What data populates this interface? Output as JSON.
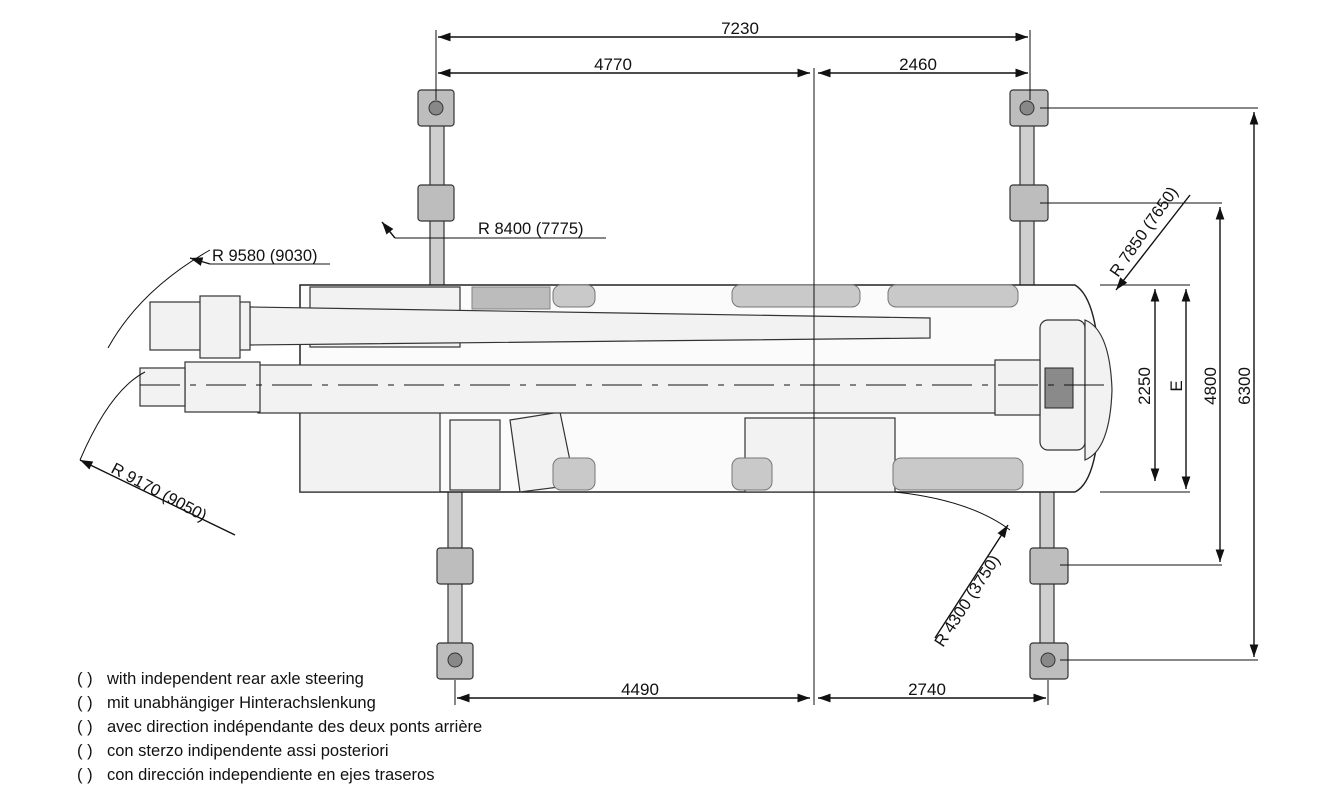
{
  "dimensions": {
    "top_total": "7230",
    "top_left": "4770",
    "top_right": "2460",
    "bottom_left": "4490",
    "bottom_right": "2740",
    "right_2250": "2250",
    "right_e": "E",
    "right_4800": "4800",
    "right_6300": "6300"
  },
  "radii": {
    "r8400": "R 8400 (7775)",
    "r9580": "R 9580 (9030)",
    "r9170": "R 9170 (9050)",
    "r7850": "R 7850 (7650)",
    "r4300": "R 4300 (3750)"
  },
  "legend": [
    {
      "mark": "( )",
      "text": "with independent rear axle steering"
    },
    {
      "mark": "( )",
      "text": "mit unabhängiger Hinterachslenkung"
    },
    {
      "mark": "( )",
      "text": "avec direction indépendante des deux ponts arrière"
    },
    {
      "mark": "( )",
      "text": "con sterzo indipendente assi posteriori"
    },
    {
      "mark": "( )",
      "text": "con dirección independiente en ejes traseros"
    }
  ]
}
